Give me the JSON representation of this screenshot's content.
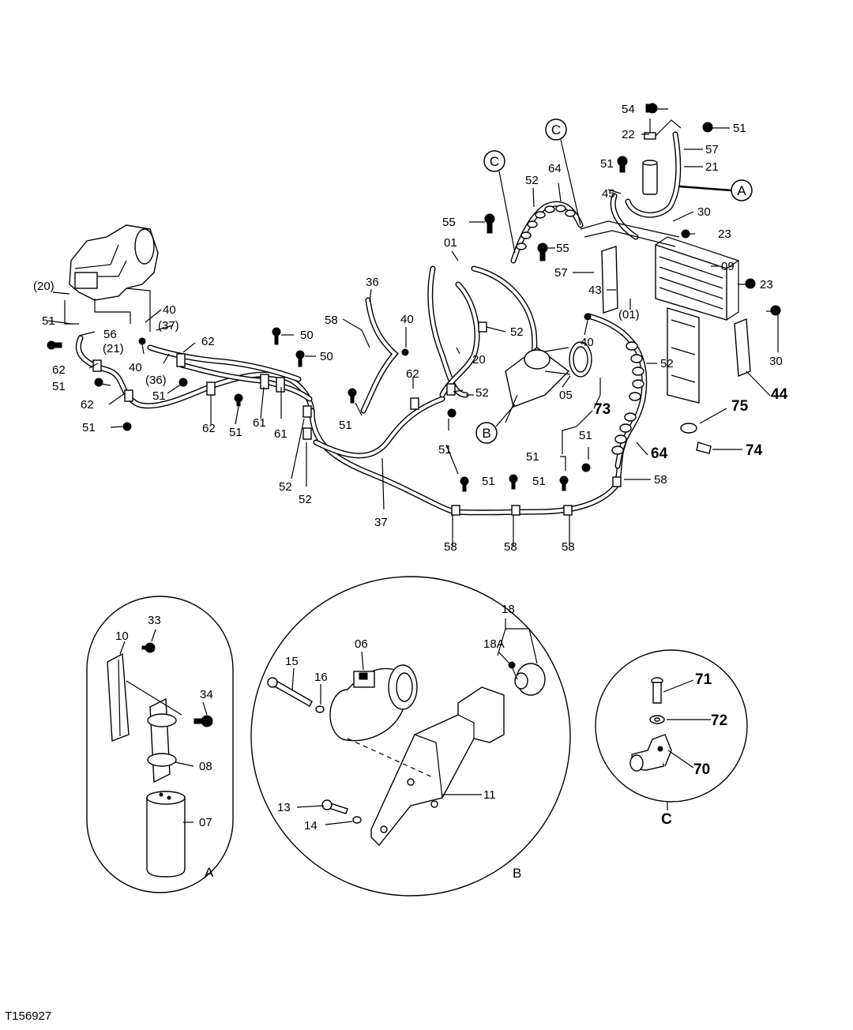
{
  "reference_code": "T156927",
  "view_markers": {
    "A": "A",
    "B": "B",
    "C": "C"
  },
  "callouts": {
    "p54": "54",
    "p22": "22",
    "p51_tr": "51",
    "p57_tr": "57",
    "p21_tr": "21",
    "p51_t": "51",
    "p45": "45",
    "p30_t": "30",
    "p23_t": "23",
    "p09": "09",
    "p23_r": "23",
    "p30_r": "30",
    "p44": "44",
    "p64_top": "64",
    "p52_top": "52",
    "p55_a": "55",
    "p01_a": "01",
    "p55_b": "55",
    "p57_m": "57",
    "p43": "43",
    "p01_paren": "(01)",
    "p40_m": "40",
    "p52_m": "52",
    "p05": "05",
    "p73": "73",
    "p75": "75",
    "p74": "74",
    "p64_r": "64",
    "p51_m": "51",
    "p58_r": "58",
    "p20_paren": "(20)",
    "p51_l1": "51",
    "p56": "56",
    "p21_paren": "(21)",
    "p40_l1": "40",
    "p37_paren": "(37)",
    "p62_l1": "62",
    "p40_l2": "40",
    "p36_paren": "(36)",
    "p62_l2": "62",
    "p51_l2": "51",
    "p51_l3": "51",
    "p62_l3": "62",
    "p51_l4": "51",
    "p62_l4": "62",
    "p51_l5": "51",
    "p50_a": "50",
    "p50_b": "50",
    "p61_a": "61",
    "p61_b": "61",
    "p52_l": "52",
    "p52_l2": "52",
    "p36": "36",
    "p58_m": "58",
    "p40_c": "40",
    "p20": "20",
    "p52_c": "52",
    "p62_c": "62",
    "p52_c2": "52",
    "p51_c": "51",
    "p51_c2": "51",
    "p37": "37",
    "p51_b1": "51",
    "p51_b2": "51",
    "p51_b3": "51",
    "p58_b1": "58",
    "p58_b2": "58",
    "p58_b3": "58",
    "a10": "10",
    "a33": "33",
    "a34": "34",
    "a08": "08",
    "a07": "07",
    "b18": "18",
    "b18a": "18A",
    "b06": "06",
    "b15": "15",
    "b16": "16",
    "b11": "11",
    "b13": "13",
    "b14": "14",
    "c71": "71",
    "c72": "72",
    "c70": "70"
  }
}
